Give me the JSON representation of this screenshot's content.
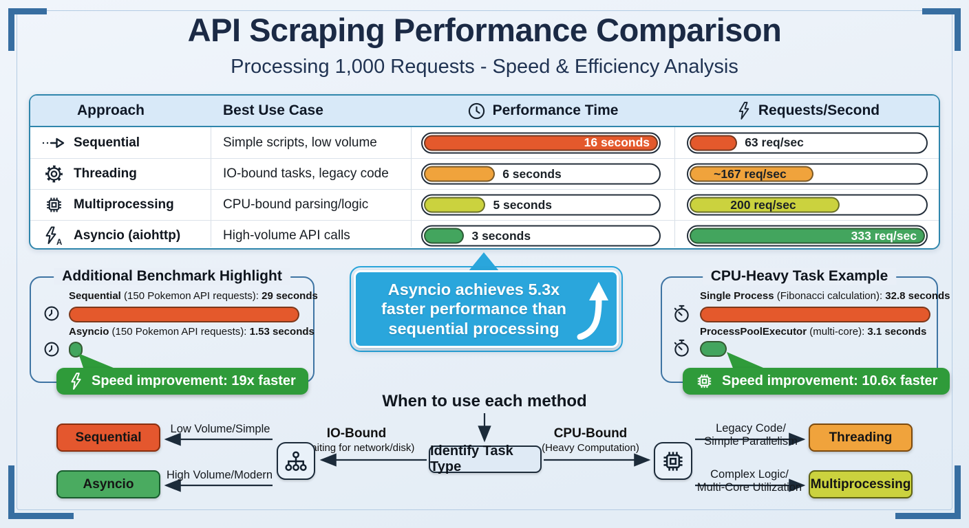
{
  "header": {
    "title": "API Scraping Performance Comparison",
    "subtitle": "Processing 1,000 Requests - Speed & Efficiency Analysis"
  },
  "palette": {
    "orange_red": "#e4592c",
    "orange": "#f0a33c",
    "yellow_green": "#cbd23e",
    "green": "#43a55e",
    "badge_green": "#2f9b3a",
    "callout_blue": "#2aa6dc",
    "table_border": "#2f86ac",
    "navy_text": "#1b2a45"
  },
  "table": {
    "headers": {
      "approach": "Approach",
      "use_case": "Best Use Case",
      "time": "Performance Time",
      "time_icon": "clock-icon",
      "rate": "Requests/Second",
      "rate_icon": "lightning-icon"
    },
    "rows": [
      {
        "icon": "dashed-arrow-icon",
        "approach": "Sequential",
        "use_case": "Simple scripts, low volume",
        "time": {
          "label": "16 seconds",
          "pct": 100,
          "color": "#e4592c",
          "label_pos": "in-right"
        },
        "rate": {
          "label": "63 req/sec",
          "pct": 20,
          "color": "#e4592c",
          "label_pos": "after"
        }
      },
      {
        "icon": "gear-icon",
        "approach": "Threading",
        "use_case": "IO-bound tasks, legacy code",
        "time": {
          "label": "6 seconds",
          "pct": 30,
          "color": "#f0a33c",
          "label_pos": "after"
        },
        "rate": {
          "label": "~167 req/sec",
          "pct": 52,
          "color": "#f0a33c",
          "label_pos": "center"
        }
      },
      {
        "icon": "chip-icon",
        "approach": "Multiprocessing",
        "use_case": "CPU-bound parsing/logic",
        "time": {
          "label": "5 seconds",
          "pct": 26,
          "color": "#cbd23e",
          "label_pos": "after"
        },
        "rate": {
          "label": "200 req/sec",
          "pct": 63,
          "color": "#cbd23e",
          "label_pos": "center"
        }
      },
      {
        "icon": "asyncio-bolt-icon",
        "approach": "Asyncio (aiohttp)",
        "use_case": "High-volume API calls",
        "time": {
          "label": "3 seconds",
          "pct": 17,
          "color": "#43a55e",
          "label_pos": "after"
        },
        "rate": {
          "label": "333 req/sec",
          "pct": 100,
          "color": "#43a55e",
          "label_pos": "in-right"
        }
      }
    ]
  },
  "benchmark_box": {
    "title": "Additional Benchmark Highlight",
    "rows": [
      {
        "icon": "clock-icon",
        "name": "Sequential",
        "detail": " (150 Pokemon API requests): ",
        "value": "29 seconds",
        "pct": 100,
        "color": "#e4592c"
      },
      {
        "icon": "clock-icon",
        "name": "Asyncio",
        "detail": " (150 Pokemon API requests): ",
        "value": "1.53 seconds",
        "pct": 6,
        "color": "#43a55e"
      }
    ],
    "badge": {
      "icon": "lightning-icon",
      "label": "Speed improvement: 19x faster",
      "color": "#2f9b3a"
    }
  },
  "callout": {
    "icon": "curved-up-arrow-icon",
    "color": "#2aa6dc",
    "lines": [
      "Asyncio achieves 5.3x",
      "faster performance than",
      "sequential processing"
    ]
  },
  "cpu_box": {
    "title": "CPU-Heavy Task Example",
    "rows": [
      {
        "icon": "stopwatch-icon",
        "name": "Single Process",
        "detail": " (Fibonacci calculation): ",
        "value": "32.8 seconds",
        "pct": 100,
        "color": "#e4592c"
      },
      {
        "icon": "stopwatch-icon",
        "name": "ProcessPoolExecutor",
        "detail": " (multi-core): ",
        "value": "3.1 seconds",
        "pct": 11.5,
        "color": "#43a55e"
      }
    ],
    "badge": {
      "icon": "chip-icon",
      "label": "Speed improvement: 10.6x faster",
      "color": "#2f9b3a"
    }
  },
  "flow": {
    "title": "When to use each method",
    "center_label": "Identify Task Type",
    "io": {
      "label": "IO-Bound",
      "sub": "(Waiting for network/disk)",
      "icon": "sitemap-icon"
    },
    "cpu": {
      "label": "CPU-Bound",
      "sub": "(Heavy Computation)",
      "icon": "chip-icon"
    },
    "outcomes": [
      {
        "label": "Sequential",
        "edge": "Low Volume/Simple",
        "color": "#e4572e",
        "border": "#8a2f0f"
      },
      {
        "label": "Asyncio",
        "edge": "High Volume/Modern",
        "color": "#4aab60",
        "border": "#185c2e"
      },
      {
        "label": "Threading",
        "edge1": "Legacy Code/",
        "edge2": "Simple Parallelism",
        "color": "#f0a33c",
        "border": "#7c4a0e"
      },
      {
        "label": "Multiprocessing",
        "edge1": "Complex Logic/",
        "edge2": "Multi-Core Utilization",
        "color": "#cbd23e",
        "border": "#5e6212"
      }
    ]
  },
  "chart_data": [
    {
      "type": "bar",
      "title": "Performance Time",
      "categories": [
        "Sequential",
        "Threading",
        "Multiprocessing",
        "Asyncio (aiohttp)"
      ],
      "values": [
        16,
        6,
        5,
        3
      ],
      "unit": "seconds",
      "labels": [
        "16 seconds",
        "6 seconds",
        "5 seconds",
        "3 seconds"
      ]
    },
    {
      "type": "bar",
      "title": "Requests/Second",
      "categories": [
        "Sequential",
        "Threading",
        "Multiprocessing",
        "Asyncio (aiohttp)"
      ],
      "values": [
        63,
        167,
        200,
        333
      ],
      "unit": "req/sec",
      "labels": [
        "63 req/sec",
        "~167 req/sec",
        "200 req/sec",
        "333 req/sec"
      ]
    },
    {
      "type": "bar",
      "title": "Additional Benchmark Highlight",
      "categories": [
        "Sequential (150 Pokemon API requests)",
        "Asyncio (150 Pokemon API requests)"
      ],
      "values": [
        29,
        1.53
      ],
      "unit": "seconds",
      "annotation": "Speed improvement: 19x faster"
    },
    {
      "type": "bar",
      "title": "CPU-Heavy Task Example",
      "categories": [
        "Single Process (Fibonacci calculation)",
        "ProcessPoolExecutor (multi-core)"
      ],
      "values": [
        32.8,
        3.1
      ],
      "unit": "seconds",
      "annotation": "Speed improvement: 10.6x faster"
    },
    {
      "type": "table",
      "title": "Asyncio achieves 5.3x faster performance than sequential processing"
    }
  ]
}
